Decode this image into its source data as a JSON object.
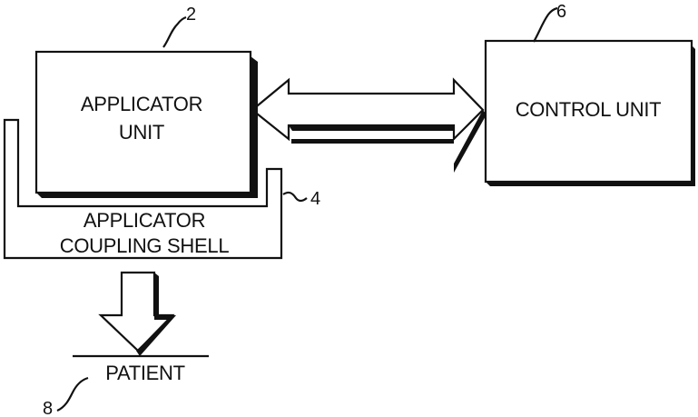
{
  "applicator_unit": {
    "label_line1": "APPLICATOR",
    "label_line2": "UNIT",
    "ref": "2"
  },
  "control_unit": {
    "label": "CONTROL UNIT",
    "ref": "6"
  },
  "coupling_shell": {
    "label_line1": "APPLICATOR",
    "label_line2": "COUPLING SHELL",
    "ref": "4"
  },
  "patient": {
    "label": "PATIENT",
    "ref": "8"
  },
  "colors": {
    "line": "#111111",
    "background": "#ffffff"
  }
}
